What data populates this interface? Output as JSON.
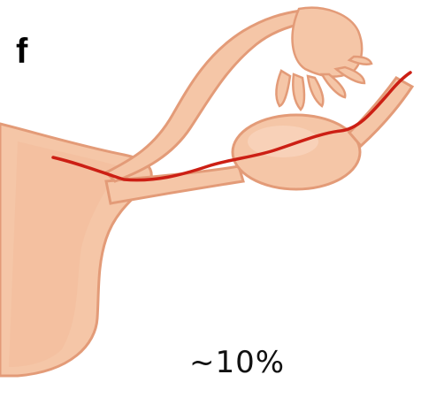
{
  "panel": {
    "letter": "f",
    "percentage": "~10%"
  },
  "colors": {
    "tissue_fill": "#f5c6a7",
    "tissue_outline": "#e39b78",
    "tissue_shadow": "#eaa98a",
    "vessel": "#cc1f14",
    "background": "#ffffff"
  },
  "icons": {
    "anatomy": "uterus-fallopian-tube-ovary-illustration"
  }
}
